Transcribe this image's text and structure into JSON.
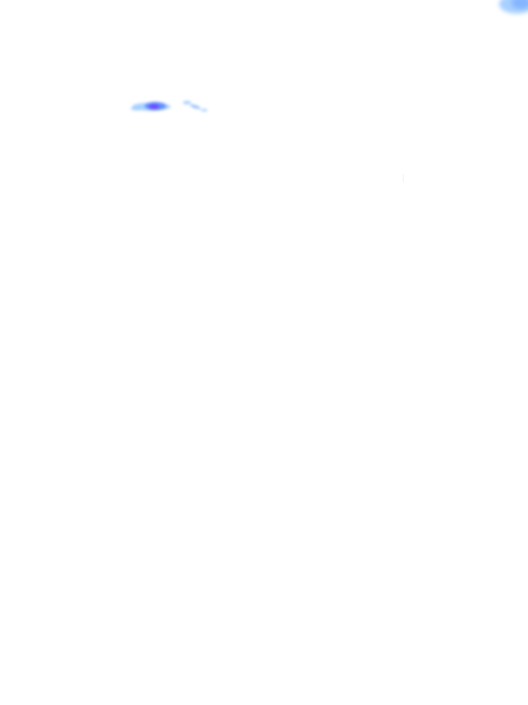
{
  "map": {
    "layer": "precipitation-radar",
    "colors": {
      "background": "#ffffff",
      "light_precip": "#9ecbff",
      "moderate_precip": "#5b8cff",
      "heavy_precip": "#6a4cff"
    },
    "echoes": [
      {
        "name": "echo-cluster-west",
        "intensity": "moderate"
      },
      {
        "name": "echo-streak-west",
        "intensity": "light"
      },
      {
        "name": "echo-corner-northeast",
        "intensity": "light"
      }
    ]
  }
}
